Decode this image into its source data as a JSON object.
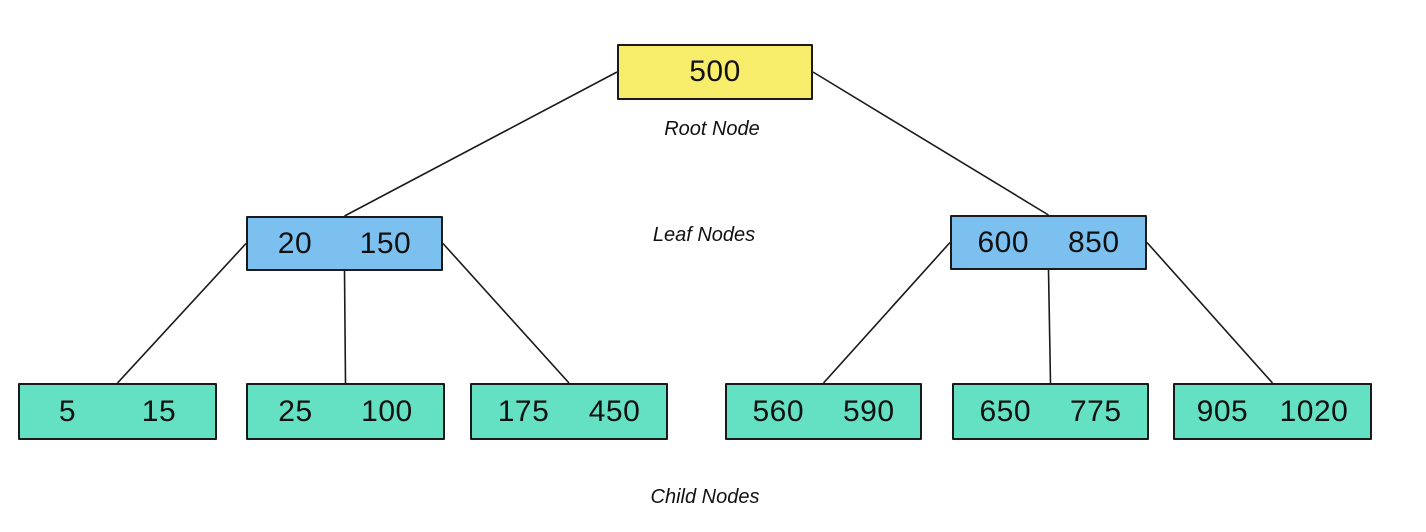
{
  "diagram": {
    "type": "b-tree",
    "background": "#ffffff",
    "colors": {
      "root_fill": "#F8ED6B",
      "leaf_fill": "#7CC0F0",
      "child_fill": "#64E0C2",
      "outline": "#1a1a1a",
      "edge_line": "#1a1a1a",
      "text": "#111111"
    },
    "labels": {
      "root": "Root Node",
      "leaf": "Leaf Nodes",
      "child": "Child Nodes"
    },
    "nodes": {
      "root": {
        "values": [
          "500"
        ]
      },
      "leaf_left": {
        "values": [
          "20",
          "150"
        ]
      },
      "leaf_right": {
        "values": [
          "600",
          "850"
        ]
      },
      "child_1": {
        "values": [
          "5",
          "15"
        ]
      },
      "child_2": {
        "values": [
          "25",
          "100"
        ]
      },
      "child_3": {
        "values": [
          "175",
          "450"
        ]
      },
      "child_4": {
        "values": [
          "560",
          "590"
        ]
      },
      "child_5": {
        "values": [
          "650",
          "775"
        ]
      },
      "child_6": {
        "values": [
          "905",
          "1020"
        ]
      }
    },
    "edges": [
      {
        "from": "root",
        "from_anchor": "left",
        "to": "leaf_left",
        "to_anchor": "top"
      },
      {
        "from": "root",
        "from_anchor": "right",
        "to": "leaf_right",
        "to_anchor": "top"
      },
      {
        "from": "leaf_left",
        "from_anchor": "left",
        "to": "child_1",
        "to_anchor": "top"
      },
      {
        "from": "leaf_left",
        "from_anchor": "bottom",
        "to": "child_2",
        "to_anchor": "top"
      },
      {
        "from": "leaf_left",
        "from_anchor": "right",
        "to": "child_3",
        "to_anchor": "top"
      },
      {
        "from": "leaf_right",
        "from_anchor": "left",
        "to": "child_4",
        "to_anchor": "top"
      },
      {
        "from": "leaf_right",
        "from_anchor": "bottom",
        "to": "child_5",
        "to_anchor": "top"
      },
      {
        "from": "leaf_right",
        "from_anchor": "right",
        "to": "child_6",
        "to_anchor": "top"
      }
    ]
  }
}
